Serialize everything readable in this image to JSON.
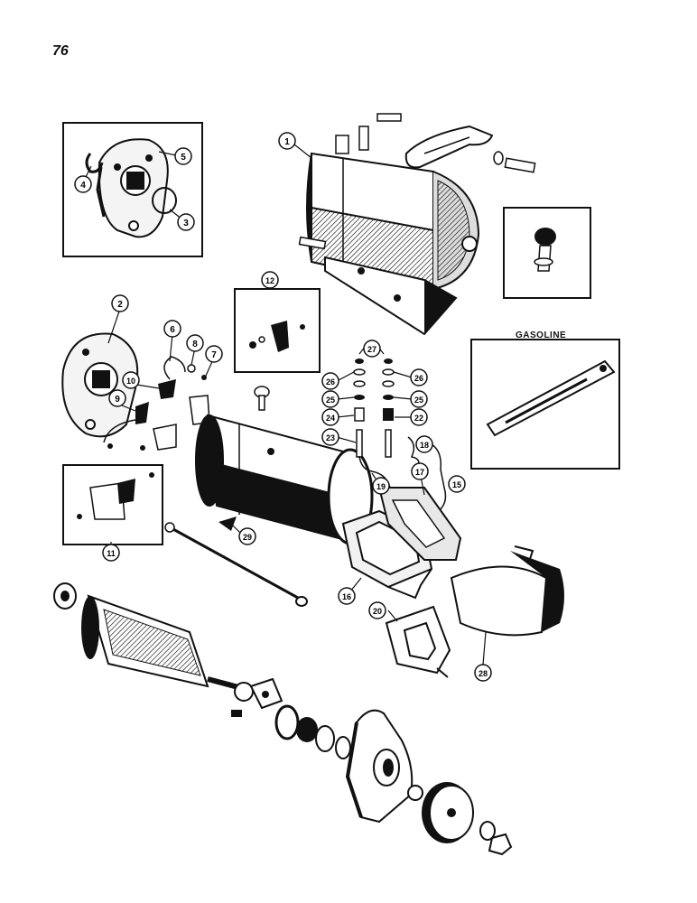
{
  "page": {
    "number": "76"
  },
  "inset_gasoline": {
    "title": "GASOLINE"
  },
  "callouts": [
    {
      "id": "c1",
      "label": "1"
    },
    {
      "id": "c2",
      "label": "2"
    },
    {
      "id": "c3",
      "label": "3"
    },
    {
      "id": "c4",
      "label": "4"
    },
    {
      "id": "c5",
      "label": "5"
    },
    {
      "id": "c6",
      "label": "6"
    },
    {
      "id": "c7",
      "label": "7"
    },
    {
      "id": "c8",
      "label": "8"
    },
    {
      "id": "c9",
      "label": "9"
    },
    {
      "id": "c10",
      "label": "10"
    },
    {
      "id": "c11",
      "label": "11"
    },
    {
      "id": "c12",
      "label": "12"
    },
    {
      "id": "c15",
      "label": "15"
    },
    {
      "id": "c16",
      "label": "16"
    },
    {
      "id": "c17",
      "label": "17"
    },
    {
      "id": "c18",
      "label": "18"
    },
    {
      "id": "c19",
      "label": "19"
    },
    {
      "id": "c20",
      "label": "20"
    },
    {
      "id": "c22",
      "label": "22"
    },
    {
      "id": "c23",
      "label": "23"
    },
    {
      "id": "c24",
      "label": "24"
    },
    {
      "id": "c25a",
      "label": "25"
    },
    {
      "id": "c25b",
      "label": "25"
    },
    {
      "id": "c26a",
      "label": "26"
    },
    {
      "id": "c26b",
      "label": "26"
    },
    {
      "id": "c27",
      "label": "27"
    },
    {
      "id": "c28",
      "label": "28"
    },
    {
      "id": "c29",
      "label": "29"
    }
  ]
}
